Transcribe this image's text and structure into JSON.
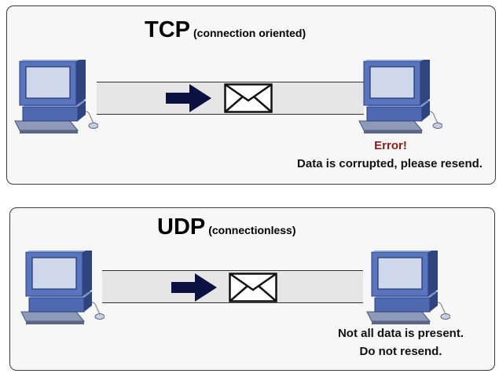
{
  "tcp_panel": {
    "title": "TCP",
    "subtitle": "(connection oriented)",
    "error_label": "Error!",
    "message": "Data is corrupted, please resend."
  },
  "udp_panel": {
    "title": "UDP",
    "subtitle": "(connectionless)",
    "message_line1": "Not all data is present.",
    "message_line2": "Do not resend."
  },
  "icons": [
    "computer-icon",
    "right-arrow-icon",
    "envelope-icon"
  ],
  "colors": {
    "panel_border": "#3a3a3a",
    "channel_fill": "#e6e6e6",
    "arrow": "#0b1140",
    "computer_blue": "#4f6bb5",
    "error_text": "#8b1a1a"
  }
}
